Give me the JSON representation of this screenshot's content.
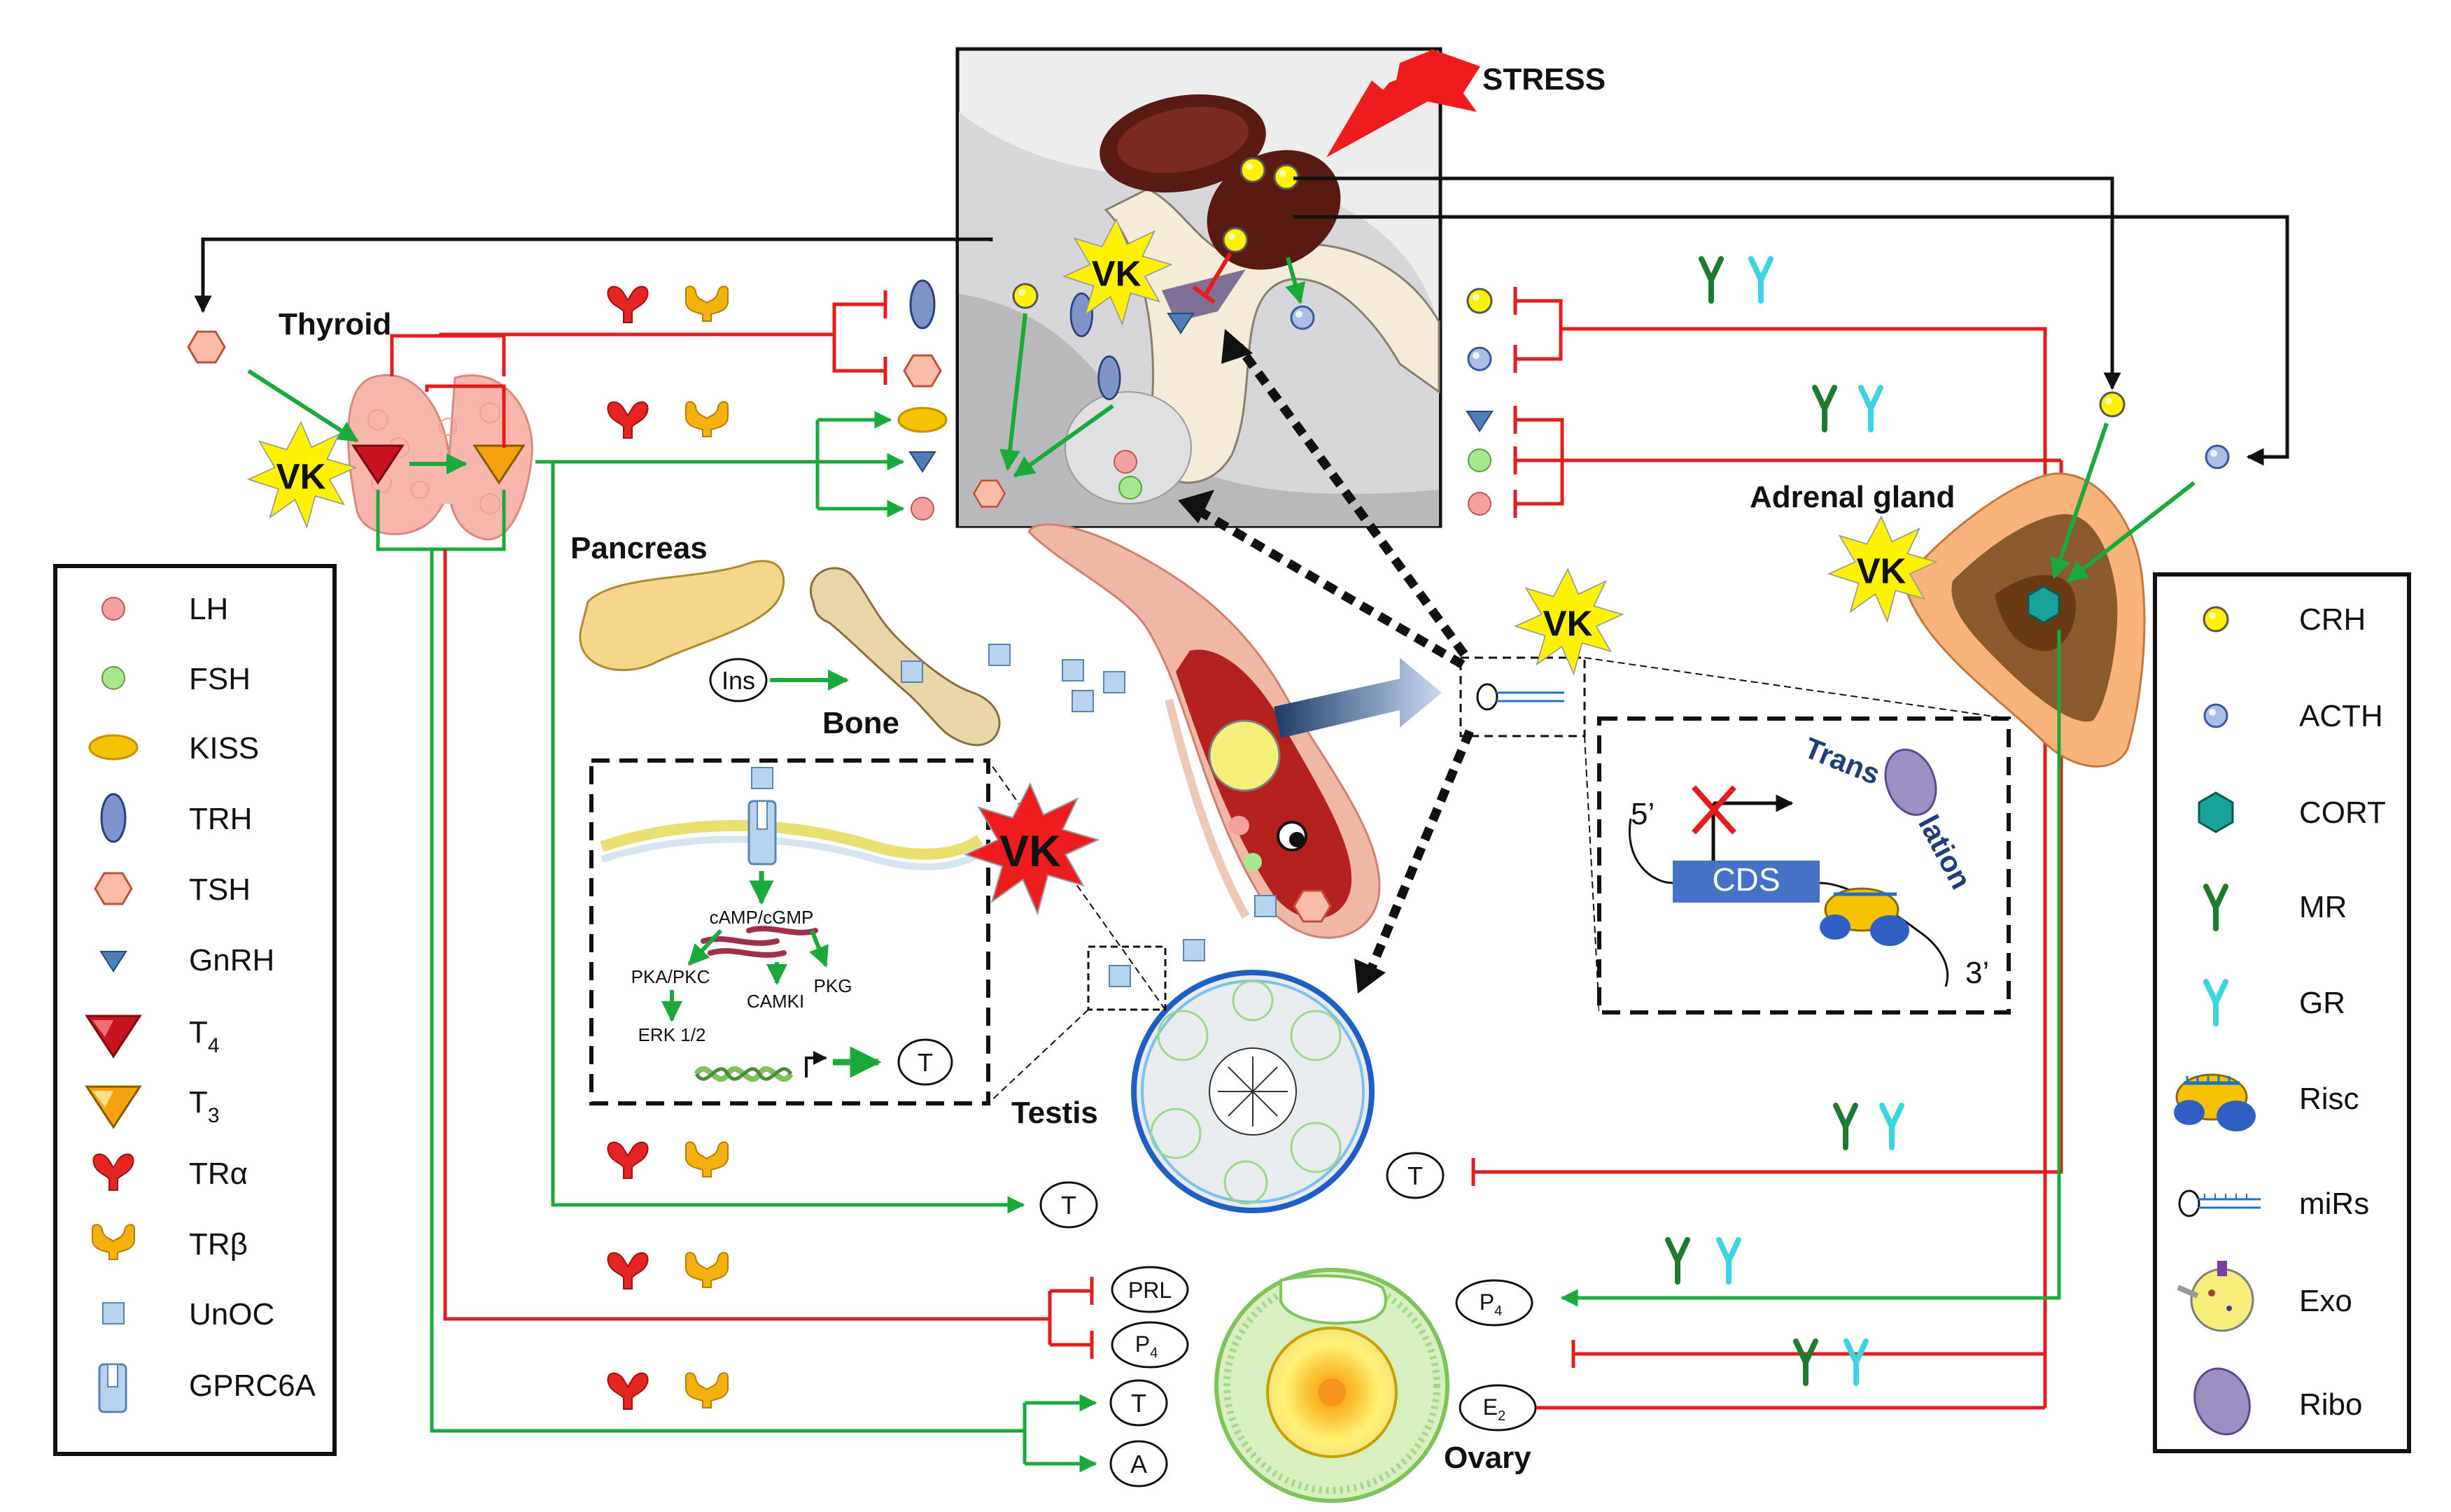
{
  "labels": {
    "stress": "STRESS",
    "thyroid": "Thyroid",
    "pancreas": "Pancreas",
    "bone": "Bone",
    "testis": "Testis",
    "ovary": "Ovary",
    "adrenal": "Adrenal gland",
    "ins": "Ins",
    "vk": "VK"
  },
  "cascade": {
    "second_messenger": "cAMP/cGMP",
    "pka_pkc": "PKA/PKC",
    "pkg": "PKG",
    "camki": "CAMKI",
    "erk": "ERK 1/2",
    "output": "T"
  },
  "mirna_box": {
    "five_prime": "5’",
    "three_prime": "3’",
    "cds": "CDS",
    "translation_1": "Trans",
    "translation_2": "lation"
  },
  "hormones": {
    "testis_T_left": "T",
    "testis_T_right": "T",
    "prl": "PRL",
    "p4_left": "P",
    "p4_right": "P",
    "sub4": "4",
    "ovary_T": "T",
    "ovary_A": "A",
    "e2": "E",
    "sub2": "2"
  },
  "legend_left": [
    {
      "label": "LH",
      "icon": "lh-icon"
    },
    {
      "label": "FSH",
      "icon": "fsh-icon"
    },
    {
      "label": "KISS",
      "icon": "kiss-icon"
    },
    {
      "label": "TRH",
      "icon": "trh-icon"
    },
    {
      "label": "TSH",
      "icon": "tsh-icon"
    },
    {
      "label": "GnRH",
      "icon": "gnrh-icon"
    },
    {
      "label": "T",
      "sub": "4",
      "icon": "t4-icon"
    },
    {
      "label": "T",
      "sub": "3",
      "icon": "t3-icon"
    },
    {
      "label": "TRα",
      "icon": "tr-alpha-icon"
    },
    {
      "label": "TRβ",
      "icon": "tr-beta-icon"
    },
    {
      "label": "UnOC",
      "icon": "unoc-icon"
    },
    {
      "label": "GPRC6A",
      "icon": "gprc6a-icon"
    }
  ],
  "legend_right": [
    {
      "label": "CRH",
      "icon": "crh-icon"
    },
    {
      "label": "ACTH",
      "icon": "acth-icon"
    },
    {
      "label": "CORT",
      "icon": "cort-icon"
    },
    {
      "label": "MR",
      "icon": "mr-icon"
    },
    {
      "label": "GR",
      "icon": "gr-icon"
    },
    {
      "label": "Risc",
      "icon": "risc-icon"
    },
    {
      "label": "miRs",
      "icon": "mirs-icon"
    },
    {
      "label": "Exo",
      "icon": "exo-icon"
    },
    {
      "label": "Ribo",
      "icon": "ribo-icon"
    }
  ],
  "colors": {
    "stimulation": "#1aaa3c",
    "inhibition": "#e51c1c",
    "feedback": "#111111",
    "vk_burst": "#fff200",
    "vk_burst_red": "#ee1c1c"
  }
}
